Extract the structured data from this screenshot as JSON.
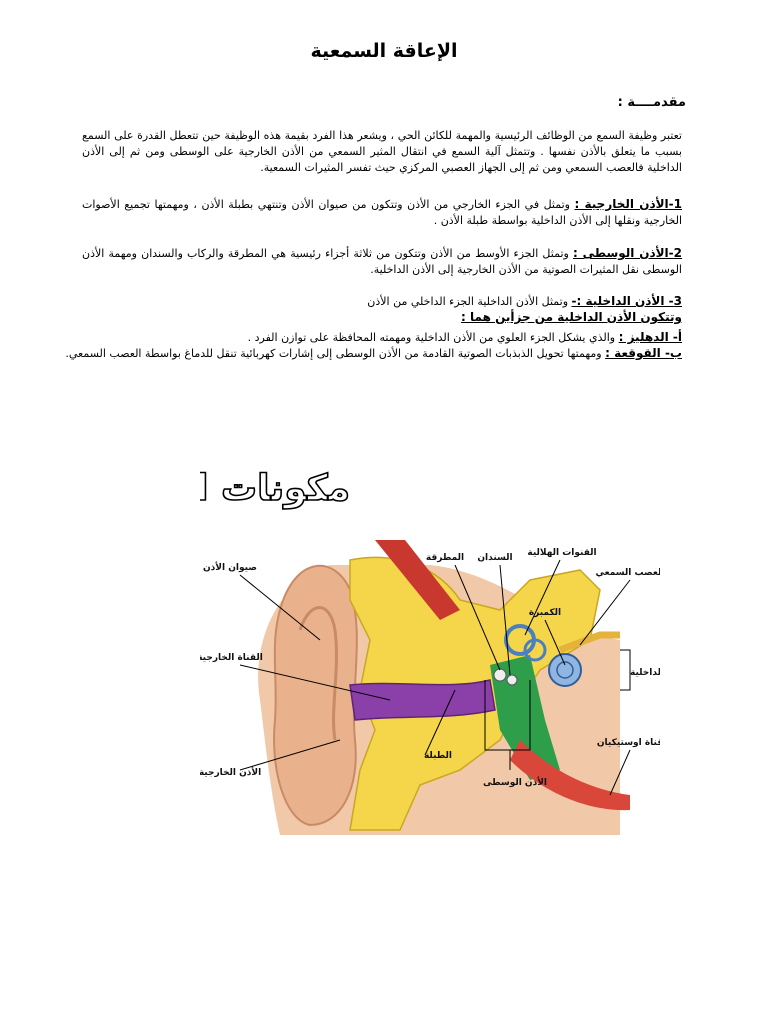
{
  "doc": {
    "title": "الإعاقة السمعية",
    "intro_heading": "مقدمــــة :",
    "intro_text": "تعتبر وظيفة السمع من الوظائف الرئيسية والمهمة للكائن الحي ، ويشعر هذا الفرد بقيمة هذه الوظيفة حين تتعطل القدرة على السمع بسبب ما يتعلق بالأذن نفسها . وتتمثل آلية السمع في انتقال المثير السمعي من الأذن الخارجية على الوسطى ومن ثم إلى الأذن الداخلية فالعصب السمعي ومن ثم إلى الجهاز العصبي المركزي حيث تفسر المثيرات السمعية.",
    "outer_label": "1-الأذن الخارجية :",
    "outer_text": "وتمثل في الجزء الخارجي من الأذن وتتكون من صيوان الأذن وتنتهي بطبلة الأذن ، ومهمتها تجميع الأصوات الخارجية ونقلها إلى الأذن الداخلية بواسطة طبلة الأذن .",
    "middle_label": "2-الأذن الوسطى :",
    "middle_text": "وتمثل الجزء الأوسط من الأذن وتتكون من ثلاثة أجزاء رئيسية هي المطرقة والركاب والسندان ومهمة الأذن الوسطى نقل المثيرات الصوتية من الأذن الخارجية إلى الأذن الداخلية.",
    "inner_label": "3- الأذن الداخلية :-",
    "inner_text": "وتمثل الأذن الداخلية الجزء الداخلي من الأذن",
    "inner_parts_heading": "وتتكون الأذن الداخلية من جزأين هما :",
    "part_a_label": "أ- الدهليز :",
    "part_a_text": "والذي يشكل الجزء العلوي من الأذن الداخلية ومهمته المحافظة على توازن الفرد .",
    "part_b_label": "ب- القوقعة :",
    "part_b_text": "ومهمتها تحويل الذبذبات الصوتية القادمة من الأذن الوسطى إلى إشارات كهربائية تنقل للدماغ بواسطة العصب السمعي."
  },
  "diagram": {
    "heading": "مكونات الأذن",
    "labels": {
      "pinna": "صيوان الأذن",
      "ear_canal": "القناة الخارجية",
      "outer_ear": "الأذن الخارجية",
      "eardrum": "الطبلة",
      "middle_ear": "الأذن الوسطى",
      "hammer": "المطرقة",
      "anvil": "السندان",
      "canals": "القنوات الهلالية",
      "cochlea": "الكمبرة",
      "nerve": "العصب السمعي",
      "inner_ear": "الأذن الداخلية",
      "eustachian": "قناة اوستيكيان"
    }
  }
}
